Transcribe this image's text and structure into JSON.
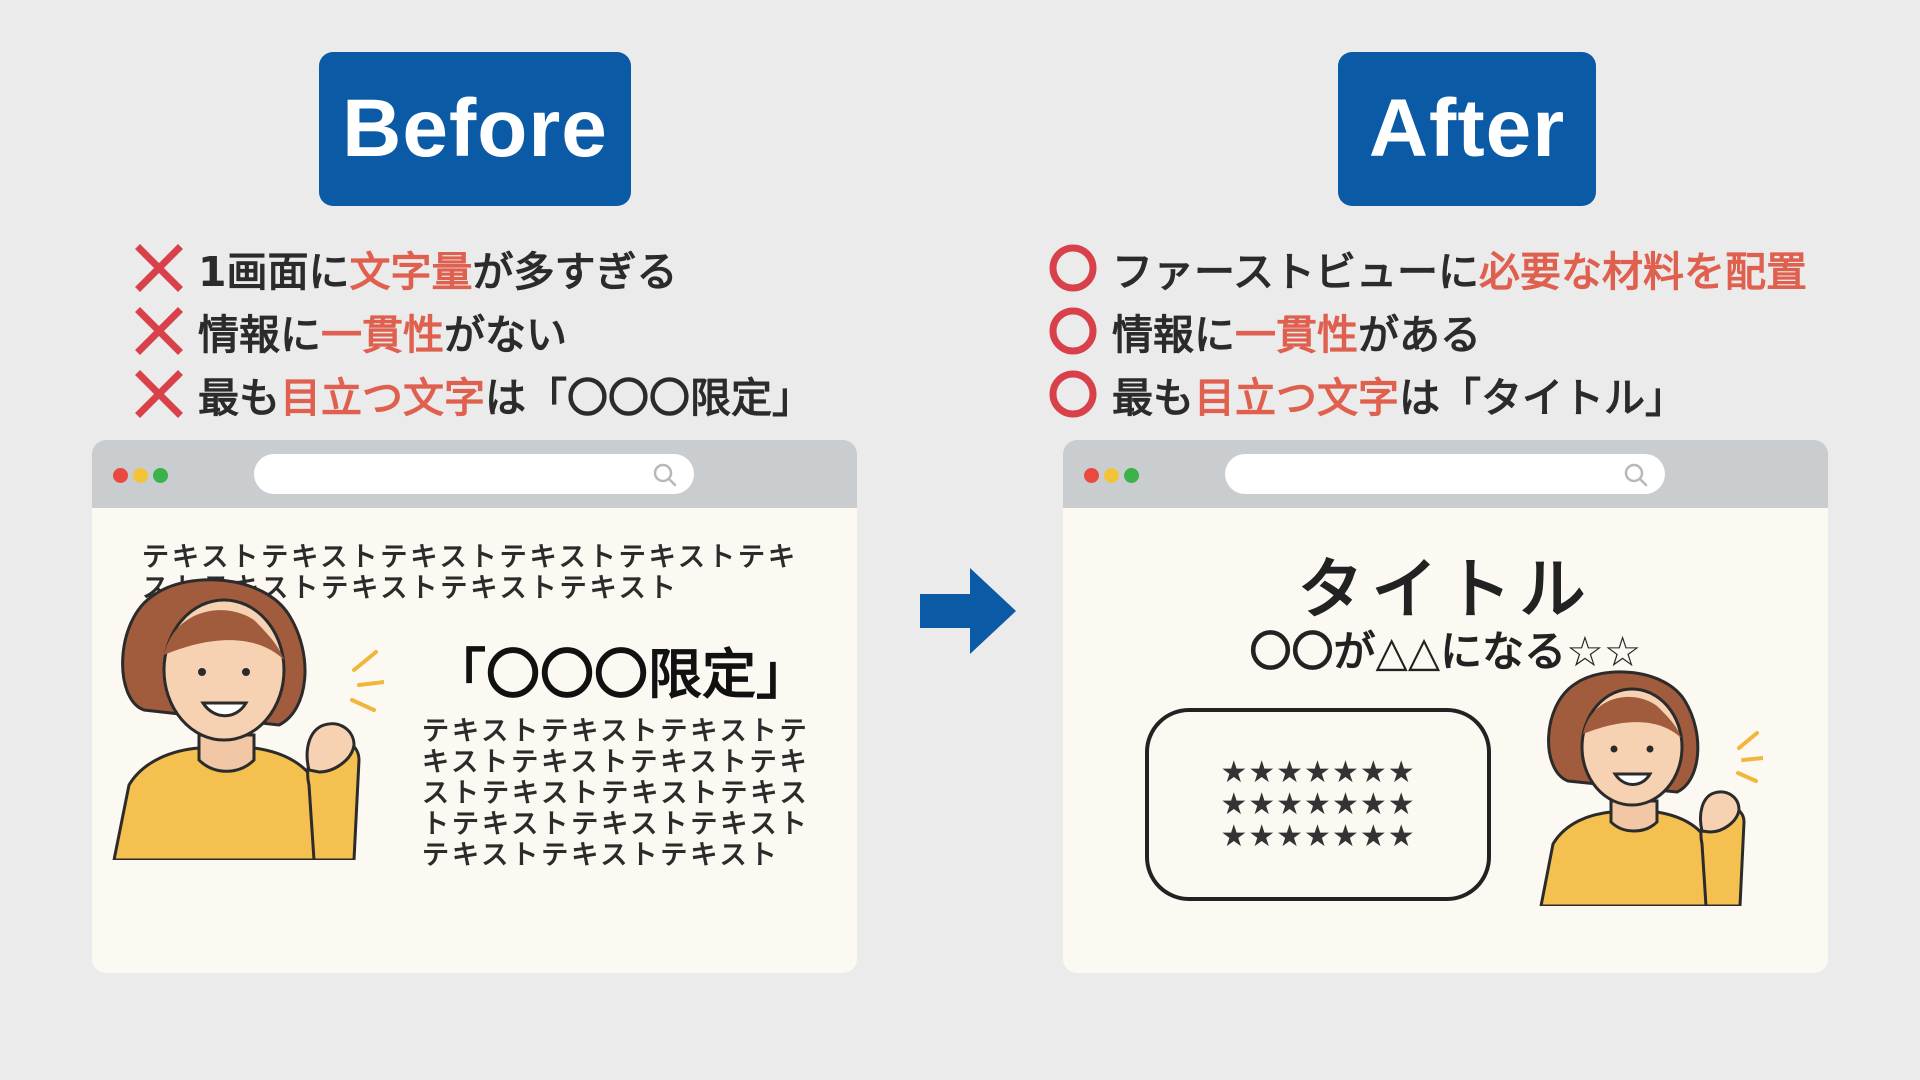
{
  "before": {
    "badge": "Before",
    "points": [
      {
        "pre": "1画面に",
        "hl": "文字量",
        "post": "が多すぎる"
      },
      {
        "pre": "情報に",
        "hl": "一貫性",
        "post": "がない"
      },
      {
        "pre": "最も",
        "hl": "目立つ文字",
        "post": "は「〇〇〇限定」"
      }
    ],
    "browser": {
      "top_text": "テキストテキストテキストテキストテキストテキストテキストテキストテキストテキスト",
      "headline": "「〇〇〇限定」",
      "side_text": "テキストテキストテキストテキストテキストテキストテキストテキストテキストテキストテキストテキストテキストテキストテキストテキスト"
    }
  },
  "after": {
    "badge": "After",
    "points": [
      {
        "pre": "ファーストビューに",
        "hl": "必要な材料を配置",
        "post": ""
      },
      {
        "pre": "情報に",
        "hl": "一貫性",
        "post": "がある"
      },
      {
        "pre": "最も",
        "hl": "目立つ文字",
        "post": "は「タイトル」"
      }
    ],
    "browser": {
      "title": "タイトル",
      "subtitle": "〇〇が△△になる☆☆",
      "stars": [
        "★★★★★★★",
        "★★★★★★★",
        "★★★★★★★"
      ]
    }
  },
  "colors": {
    "badge": "#0b5aa6",
    "highlight": "#e0604f",
    "mark": "#d8404a",
    "background": "#ebebeb",
    "browser_bar": "#c9cdd0",
    "browser_body": "#fbf9f2"
  },
  "icons": {
    "bad_mark": "cross-icon",
    "good_mark": "circle-icon",
    "arrow": "arrow-right-icon",
    "search": "search-icon"
  }
}
